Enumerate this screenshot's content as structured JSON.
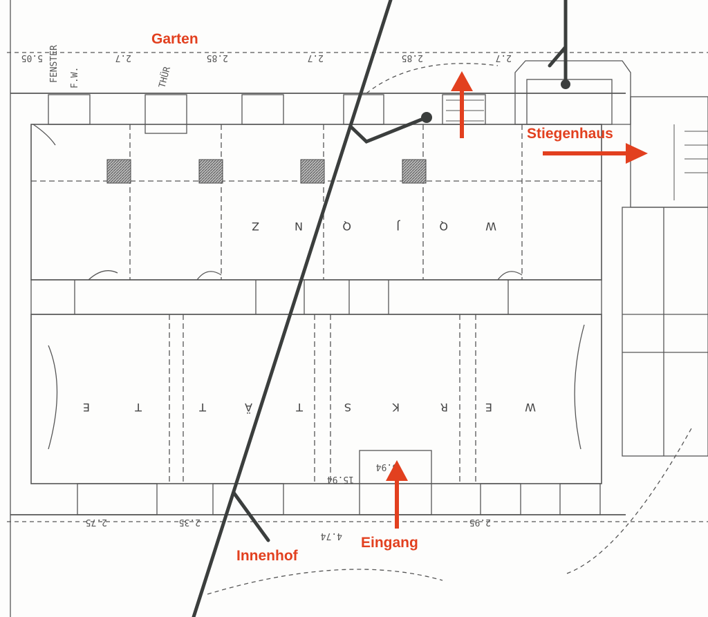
{
  "labels": {
    "garden": "Garten",
    "stairwell": "Stiegenhaus",
    "courtyard": "Innenhof",
    "entrance": "Eingang"
  },
  "plan_notes": {
    "window": "FENSTER",
    "window_short": "F.W.",
    "door": "THÜR"
  },
  "room_lettering": {
    "upper": [
      "W",
      "Q",
      "J",
      "Q",
      "N",
      "Z"
    ],
    "lower": [
      "W",
      "E",
      "R",
      "K",
      "S",
      "T",
      "Ä",
      "T",
      "T",
      "E"
    ]
  },
  "dimensions": {
    "top": [
      "5.05",
      "2.7",
      "2.85",
      "2.7",
      "2.85",
      "2.7"
    ],
    "bottom": [
      "2.75",
      "2.35",
      "4.74",
      "2.95"
    ],
    "entrance": "5.94",
    "mid": "15.94"
  },
  "colors": {
    "annotation": "#e2401f",
    "overlay_line": "#3b3e3d",
    "plan_ink": "#555555"
  }
}
